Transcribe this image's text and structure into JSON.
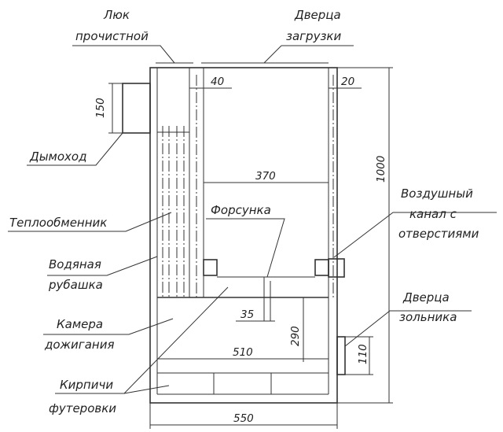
{
  "labels": {
    "cleanout_hatch_line1": "Люк",
    "cleanout_hatch_line2": "прочистной",
    "loading_door_line1": "Дверца",
    "loading_door_line2": "загрузки",
    "chimney": "Дымоход",
    "heat_exchanger": "Теплообменник",
    "water_jacket_line1": "Водяная",
    "water_jacket_line2": "рубашка",
    "afterburn_chamber_line1": "Камера",
    "afterburn_chamber_line2": "дожигания",
    "lining_bricks_line1": "Кирпичи",
    "lining_bricks_line2": "футеровки",
    "nozzle": "Форсунка",
    "air_channel_line1": "Воздушный",
    "air_channel_line2": "канал с",
    "air_channel_line3": "отверстиями",
    "ash_door_line1": "Дверца",
    "ash_door_line2": "зольника"
  },
  "dimensions": {
    "chimney_height": "150",
    "jacket_width": "40",
    "right_wall": "20",
    "total_height": "1000",
    "chamber_width": "370",
    "nozzle_gap": "35",
    "chamber_depth": "290",
    "inner_width": "510",
    "ash_door_height": "110",
    "total_width": "550"
  },
  "colors": {
    "line": "#333333",
    "text": "#222222",
    "background": "#ffffff"
  }
}
